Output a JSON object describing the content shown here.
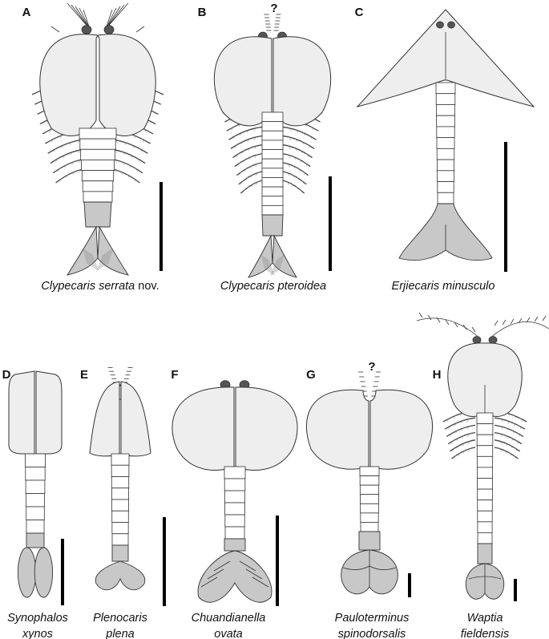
{
  "panels": [
    {
      "letter": "A",
      "question": "",
      "caption": [
        {
          "text": "Clypecaris serrata",
          "italic": true
        },
        {
          "text": " nov.",
          "italic": false
        }
      ]
    },
    {
      "letter": "B",
      "question": "?",
      "caption": [
        {
          "text": "Clypecaris pteroidea",
          "italic": true
        }
      ]
    },
    {
      "letter": "C",
      "question": "",
      "caption": [
        {
          "text": "Erjiecaris minusculo",
          "italic": true
        }
      ]
    },
    {
      "letter": "D",
      "question": "",
      "caption": [
        {
          "text": "Synophalos",
          "italic": true
        },
        {
          "text": "xynos",
          "italic": true
        }
      ]
    },
    {
      "letter": "E",
      "question": "",
      "caption": [
        {
          "text": "Plenocaris",
          "italic": true
        },
        {
          "text": "plena",
          "italic": true
        }
      ]
    },
    {
      "letter": "F",
      "question": "",
      "caption": [
        {
          "text": "Chuandianella",
          "italic": true
        },
        {
          "text": "ovata",
          "italic": true
        }
      ]
    },
    {
      "letter": "G",
      "question": "?",
      "caption": [
        {
          "text": "Pauloterminus",
          "italic": true
        },
        {
          "text": "spinodorsalis",
          "italic": true
        }
      ]
    },
    {
      "letter": "H",
      "question": "",
      "caption": [
        {
          "text": "Waptia",
          "italic": true
        },
        {
          "text": "fieldensis",
          "italic": true
        }
      ]
    }
  ],
  "colors": {
    "carapace": "#eeeeee",
    "telson": "#c8c8c8",
    "segments": "#ffffff",
    "eyes": "#555555",
    "outline": "#333333",
    "scale_bar": "#000000"
  }
}
